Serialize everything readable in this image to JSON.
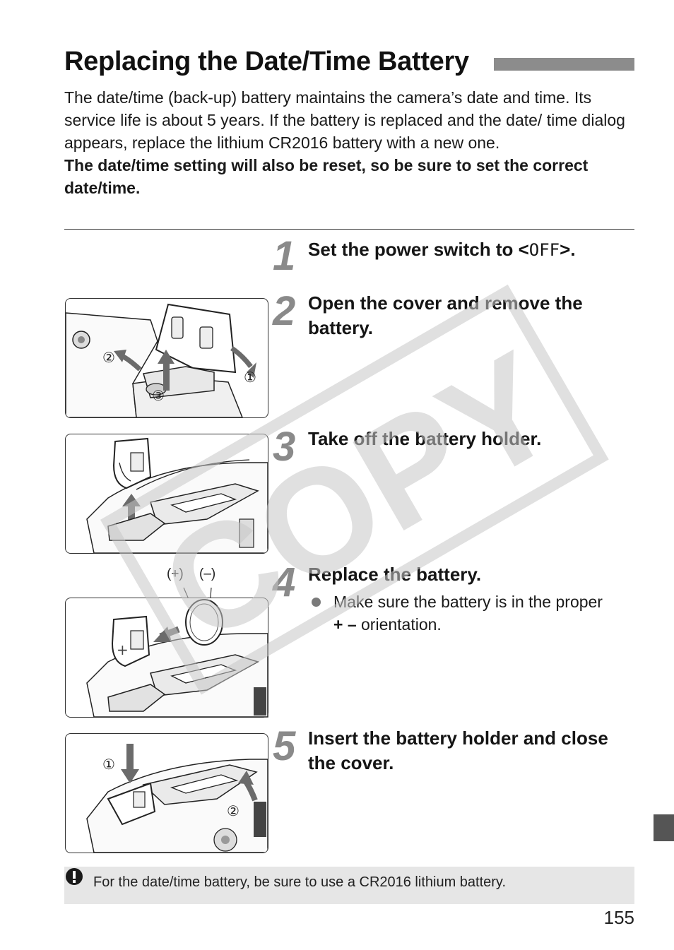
{
  "title": "Replacing the Date/Time Battery",
  "intro": {
    "paragraph": "The date/time (back-up) battery maintains the camera’s date and time. Its service life is about 5 years. If the battery is replaced and the date/ time dialog appears, replace the lithium CR2016 battery with a new one.",
    "warning": "The date/time setting will also be reset, so be sure to set the correct date/time."
  },
  "steps": [
    {
      "number": "1",
      "text_before": "Set the power switch to <",
      "switch_label": "OFF",
      "text_after": ">."
    },
    {
      "number": "2",
      "text": "Open the cover and remove the battery."
    },
    {
      "number": "3",
      "text": "Take off the battery holder."
    },
    {
      "number": "4",
      "text": "Replace the battery.",
      "bullet": {
        "symbols": "+ –",
        "text": "Make sure the battery is in the proper",
        "text_after": "orientation."
      }
    },
    {
      "number": "5",
      "text": "Insert the battery holder and close the cover."
    }
  ],
  "figures": {
    "fig2": {
      "callout_1": "①",
      "callout_2": "②",
      "callout_3": "③"
    },
    "fig4": {
      "plus_label": "(+)",
      "minus_label": "(–)"
    },
    "fig5": {
      "callout_1": "①",
      "callout_2": "②"
    }
  },
  "note": {
    "text": "For the date/time battery, be sure to use a CR2016 lithium battery.",
    "icon": "caution-icon"
  },
  "page_number": "155",
  "watermark": "COPY",
  "colors": {
    "title_bar": "#8c8c8c",
    "step_number": "#8a8a8a",
    "note_bg": "#e6e6e6",
    "side_tab": "#555555",
    "watermark": "#d0d0d0"
  }
}
